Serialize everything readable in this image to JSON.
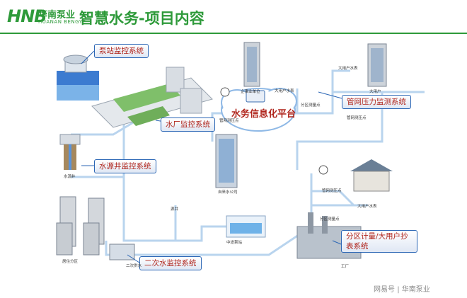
{
  "header": {
    "logo_mark": "HNB",
    "logo_cn": "华南泵业",
    "logo_en": "HUANAN BENGYE",
    "title": "智慧水务-项目内容"
  },
  "callouts": {
    "pump_station": "泵站监控系统",
    "water_plant": "水厂监控系统",
    "water_well": "水源井监控系统",
    "pipe_pressure": "管网压力监测系统",
    "partition": "分区计量/大用户抄表系统",
    "secondary": "二次水监控系统"
  },
  "platform": {
    "label": "水务信息化平台"
  },
  "labels": {
    "bigmeter_1": "大用户水表",
    "bigmeter_2": "大用户水表",
    "bigmeter_3": "大用户水表",
    "enterprise": "企事业单位",
    "pipe_pt1": "管网测压点",
    "pipe_pt2": "管网测压点",
    "pipe_pt3": "管网测压点",
    "partition_pt1": "分区测量点",
    "partition_pt2": "分区测量点",
    "big_user": "大用户",
    "well": "水源井",
    "well_2": "源井",
    "company": "自来水公司",
    "pump_house": "中途泵站",
    "residential": "居住分区",
    "secondary_eq": "二次供水",
    "factory": "工厂"
  },
  "watermark": {
    "left": "网易号",
    "sep": "|",
    "right": "华南泵业"
  },
  "colors": {
    "brand_green": "#2e9a3a",
    "callout_text": "#b0251c",
    "callout_border": "#2b66b5",
    "pipe": "#b9d4ee"
  }
}
